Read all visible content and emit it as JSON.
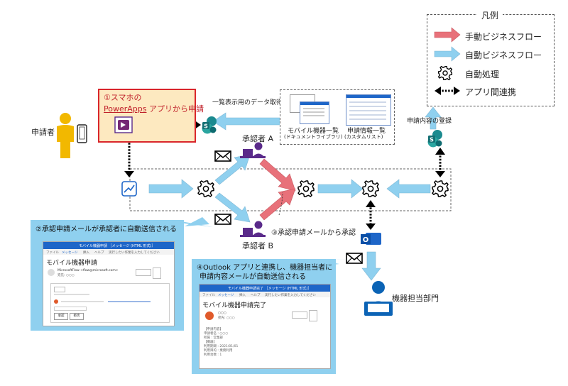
{
  "legend": {
    "title": "凡例",
    "items": [
      {
        "label": "手動ビジネスフロー",
        "icon": "red-arrow-icon"
      },
      {
        "label": "自動ビジネスフロー",
        "icon": "blue-arrow-icon"
      },
      {
        "label": "自動処理",
        "icon": "gear-icon"
      },
      {
        "label": "アプリ間連携",
        "icon": "double-dotted-arrow-icon"
      }
    ]
  },
  "actors": {
    "applicant": "申請者",
    "approver_a": "承認者 A",
    "approver_b": "承認者 B",
    "device_dept": "機器担当部門"
  },
  "labels": {
    "callout1_line1": "①スマホの",
    "callout1_powerapps": "PowerApps",
    "callout1_rest": " アプリから申請",
    "list_fetch": "一覧表示用のデータ取得",
    "device_list_1": "モバイル機器一覧",
    "device_list_2": "(ドキュメントライブラリ)",
    "request_list_1": "申請情報一覧",
    "request_list_2": "(カスタムリスト)",
    "register": "申請内容の登録",
    "approve_from_mail": "③承認申請メールから承認",
    "callout2": "②承認申請メールが承認者に自動送信される",
    "callout4_line1": "④Outlook アプリと連携し、機器担当者に",
    "callout4_line2": "申請内容メールが自動送信される"
  },
  "mail2": {
    "header": "モバイル機器申請 ［メッセージ (HTML 形式)］",
    "tabs": [
      "ファイル",
      "メッセージ",
      "挿入",
      "ヘルプ",
      "実行したい作業を入力してください"
    ],
    "subject": "モバイル機器申請",
    "sender_line1": "MicrosoftFlow <flow@microsoft.com>",
    "sender_line2": "宛先: ○○○",
    "approve_button": "承認",
    "reject_button": "拒否"
  },
  "mail4": {
    "header": "モバイル機器申請完了 ［メッセージ (HTML 形式)］",
    "tabs": [
      "ファイル",
      "メッセージ",
      "挿入",
      "ヘルプ",
      "実行したい作業を入力してください"
    ],
    "subject": "モバイル機器申請完了",
    "sender_line1": "○○○",
    "sender_line2": "宛先: ○○○",
    "body_lines": [
      "【申請内容】",
      "申請者名 : ○○○",
      "所属 : 営業部",
      "【機器】",
      "利用期間 : 2021/01/01",
      "利用目的 : 業務利用",
      "利用台数 : 1"
    ]
  },
  "colors": {
    "manual_flow": "#e8717a",
    "auto_flow": "#8fd0ef",
    "callout_bg": "#8fd0ef",
    "highlight_border": "#d9262b",
    "highlight_fill": "#fde9c0",
    "purple": "#5a2a8a",
    "gold": "#f2b800"
  }
}
